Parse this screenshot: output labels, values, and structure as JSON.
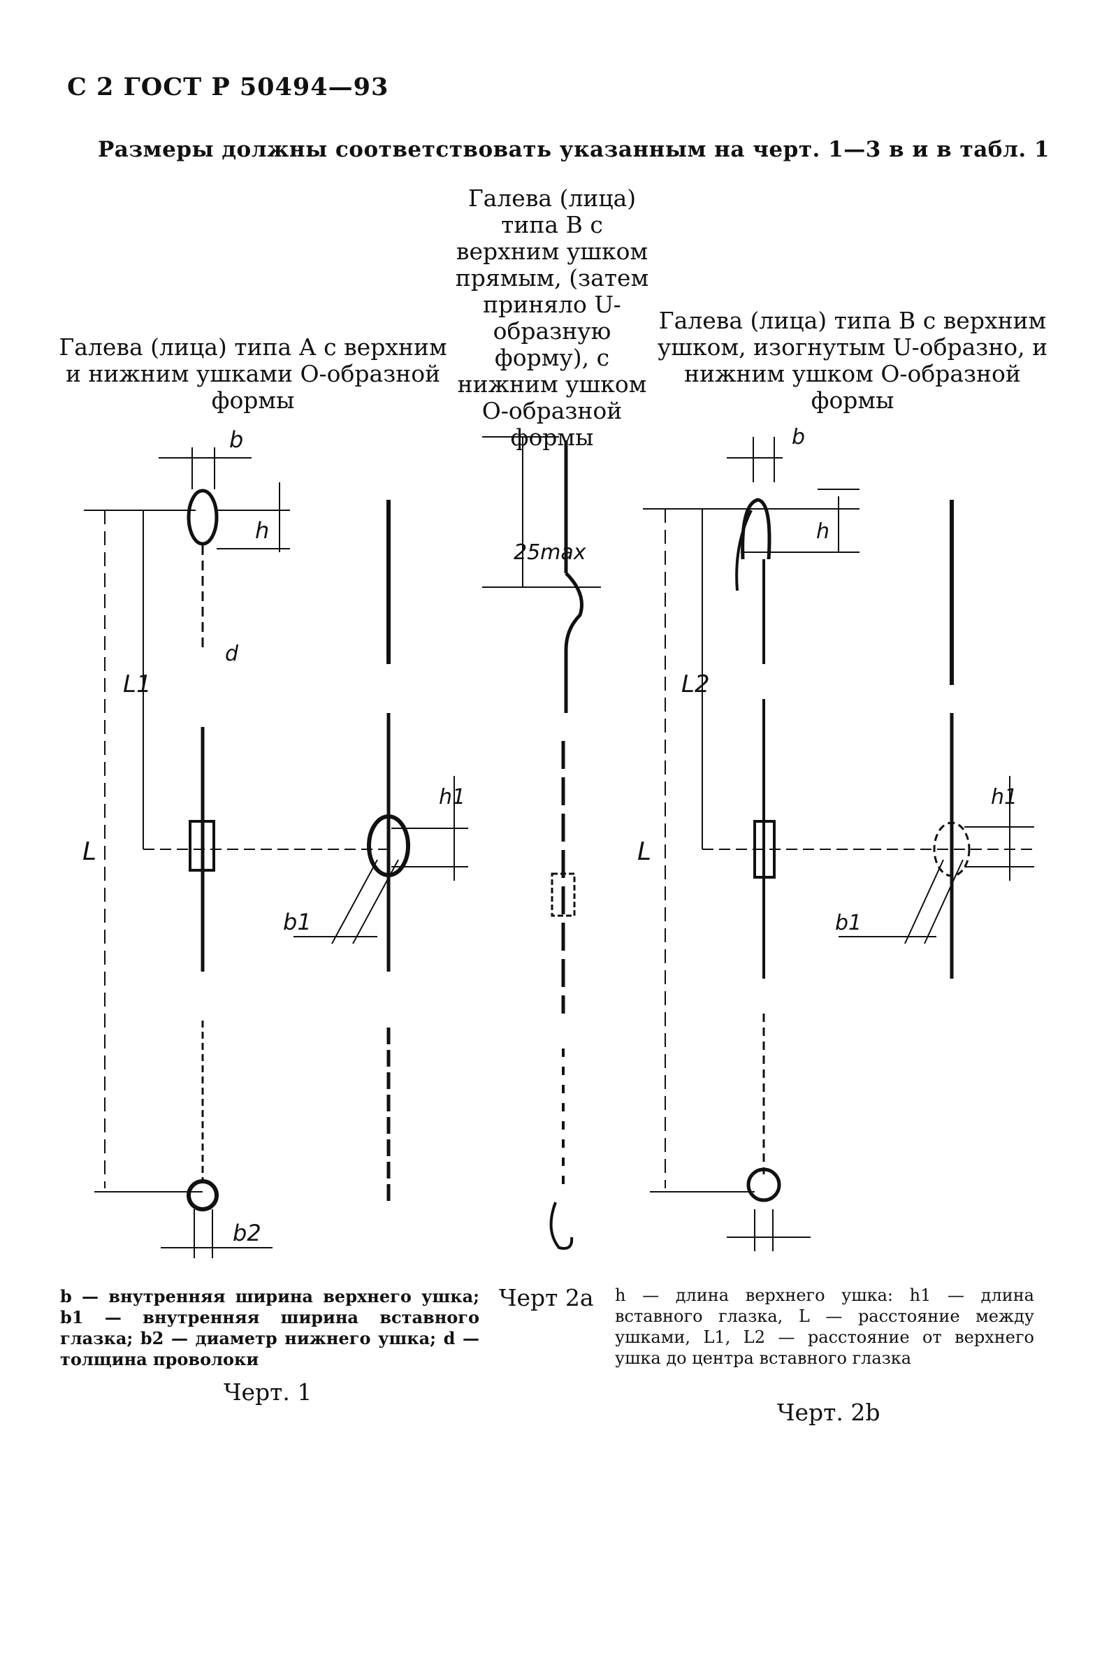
{
  "header": {
    "page_title": "С 2 ГОСТ Р 50494—93",
    "requirement": "Размеры должны соответствовать указанным на черт. 1—3 в и в табл. 1"
  },
  "captions": {
    "type_a": "Галева (лица) типа А с верхним и нижним ушками О-образной формы",
    "type_b_straight": "Галева (лица) типа В с верхним ушком прямым, (затем приняло U-образную форму), с нижним ушком О-образной формы",
    "type_b_bent": "Галева (лица) типа В с верхним ушком, изогнутым U-образно, и нижним ушком О-образной формы"
  },
  "dimension_labels": {
    "b": "b",
    "h": "h",
    "d": "d",
    "L": "L",
    "L1": "L1",
    "L2": "L2",
    "h1": "h1",
    "b1": "b1",
    "b2": "b2",
    "max25": "25max"
  },
  "legends": {
    "fig1": "b — внутренняя ширина верхнего ушка; b1 — внутренняя ширина вставного глазка; b2 — диаметр нижнего ушка; d — толщина проволоки",
    "fig2b": "h — длина верхнего ушка: h1 — длина вставного глазка, L — расстояние между ушками, L1, L2 — расстояние от верхнего ушка до центра вставного глазка"
  },
  "figure_labels": {
    "fig1": "Черт. 1",
    "fig2a": "Черт 2а",
    "fig2b": "Черт. 2b"
  }
}
